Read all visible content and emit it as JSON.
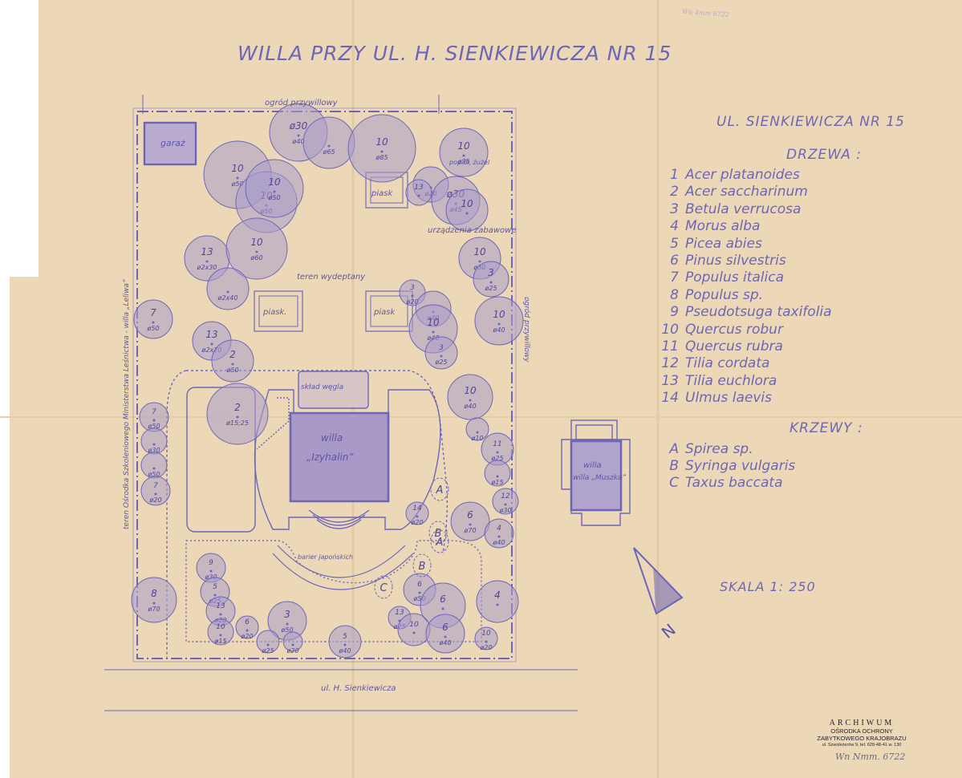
{
  "title": "WILLA PRZY UL. H. SIENKIEWICZA NR 15",
  "legend": {
    "heading": "UL. SIENKIEWICZA NR 15",
    "trees_heading": "DRZEWA :",
    "trees": [
      {
        "num": "1",
        "name": "Acer platanoides"
      },
      {
        "num": "2",
        "name": "Acer saccharinum"
      },
      {
        "num": "3",
        "name": "Betula verrucosa"
      },
      {
        "num": "4",
        "name": "Morus alba"
      },
      {
        "num": "5",
        "name": "Picea abies"
      },
      {
        "num": "6",
        "name": "Pinus silvestris"
      },
      {
        "num": "7",
        "name": "Populus italica"
      },
      {
        "num": "8",
        "name": "Populus sp."
      },
      {
        "num": "9",
        "name": "Pseudotsuga taxifolia"
      },
      {
        "num": "10",
        "name": "Quercus robur"
      },
      {
        "num": "11",
        "name": "Quercus rubra"
      },
      {
        "num": "12",
        "name": "Tilia cordata"
      },
      {
        "num": "13",
        "name": "Tilia euchlora"
      },
      {
        "num": "14",
        "name": "Ulmus laevis"
      }
    ],
    "shrubs_heading": "KRZEWY :",
    "shrubs": [
      {
        "num": "A",
        "name": "Spirea sp."
      },
      {
        "num": "B",
        "name": "Syringa vulgaris"
      },
      {
        "num": "C",
        "name": "Taxus baccata"
      }
    ],
    "scale": "SKALA 1: 250"
  },
  "plan": {
    "garage": "garaż",
    "sandbox": "piask",
    "sandbox_alt": "piask.",
    "trampled": "teren wydeptany",
    "playground": "urządzenia zabawowe",
    "ash": "popiół, żużel",
    "coal": "skład węgla",
    "villa": "willa",
    "villa_name": "„Izyhalin”",
    "terrace": "barier japońskich",
    "north_letter": "N",
    "ogrod_top": "ogród przywillowy",
    "ogrod_right": "ogród przywillowy",
    "left_text": "teren Ośrodka Szkoleniowego Ministerstwa Leśnictwa - willa „Leliwa”",
    "street": "ul. H. Sienkiewicza",
    "muszka": "willa „Muszka”"
  },
  "trees_on_plan": [
    {
      "n": "10",
      "d": "ø50"
    },
    {
      "n": "10",
      "d": "ø50"
    },
    {
      "n": "10",
      "d": "ø50"
    },
    {
      "n": "ø30",
      "d": "ø40"
    },
    {
      "n": "",
      "d": "ø65"
    },
    {
      "n": "10",
      "d": "ø85"
    },
    {
      "n": "10",
      "d": "ø35"
    },
    {
      "n": "",
      "d": "ø20"
    },
    {
      "n": "13",
      "d": ""
    },
    {
      "n": "ø30",
      "d": "ø45"
    },
    {
      "n": "10",
      "d": ""
    },
    {
      "n": "13",
      "d": "ø2x30"
    },
    {
      "n": "10",
      "d": "ø60"
    },
    {
      "n": "",
      "d": "ø2x40"
    },
    {
      "n": "10",
      "d": "ø30"
    },
    {
      "n": "3",
      "d": "ø25"
    },
    {
      "n": "7",
      "d": "ø50"
    },
    {
      "n": "13",
      "d": "ø2x20"
    },
    {
      "n": "2",
      "d": "ø50"
    },
    {
      "n": "3",
      "d": "ø20"
    },
    {
      "n": "",
      "d": "ø40"
    },
    {
      "n": "10",
      "d": "ø40"
    },
    {
      "n": "10",
      "d": "ø40"
    },
    {
      "n": "3",
      "d": "ø25"
    },
    {
      "n": "2",
      "d": "ø15;25"
    },
    {
      "n": "7",
      "d": "ø50"
    },
    {
      "n": "",
      "d": "ø30"
    },
    {
      "n": "",
      "d": "ø50"
    },
    {
      "n": "7",
      "d": "ø20"
    },
    {
      "n": "10",
      "d": "ø40"
    },
    {
      "n": "",
      "d": "ø10"
    },
    {
      "n": "11",
      "d": "ø25"
    },
    {
      "n": "",
      "d": "ø15"
    },
    {
      "n": "12",
      "d": "ø30"
    },
    {
      "n": "6",
      "d": "ø70"
    },
    {
      "n": "4",
      "d": "ø40"
    },
    {
      "n": "14",
      "d": "ø20"
    },
    {
      "n": "9",
      "d": "ø30"
    },
    {
      "n": "5",
      "d": "ø25"
    },
    {
      "n": "13",
      "d": "ø20"
    },
    {
      "n": "8",
      "d": "ø70"
    },
    {
      "n": "10",
      "d": "ø15"
    },
    {
      "n": "6",
      "d": "ø20"
    },
    {
      "n": "3",
      "d": "ø50"
    },
    {
      "n": "",
      "d": "ø25"
    },
    {
      "n": "",
      "d": "ø20"
    },
    {
      "n": "6",
      "d": "ø50"
    },
    {
      "n": "6",
      "d": ""
    },
    {
      "n": "13",
      "d": "ø25"
    },
    {
      "n": "10",
      "d": ""
    },
    {
      "n": "6",
      "d": "ø40"
    },
    {
      "n": "10",
      "d": "ø20"
    },
    {
      "n": "5",
      "d": "ø40"
    },
    {
      "n": "4",
      "d": ""
    }
  ],
  "shrubs_on_plan": [
    "A",
    "B",
    "B",
    "C",
    "A"
  ],
  "stamp": {
    "line1": "ARCHIWUM",
    "line2": "OŚRODKA OCHRONY",
    "line3": "ZABYTKOWEGO KRAJOBRAZU",
    "line4": "ul. Szwoleżerów 9, tel. 628-48-41 w. 130"
  },
  "pencil_mark": "Wn Nmm. 6722",
  "pencil_top": "Wn 4mm 6722",
  "colors": {
    "paper": "#ecd8b6",
    "ink": "#6d66b8",
    "tree_fill": "#a99cca"
  }
}
